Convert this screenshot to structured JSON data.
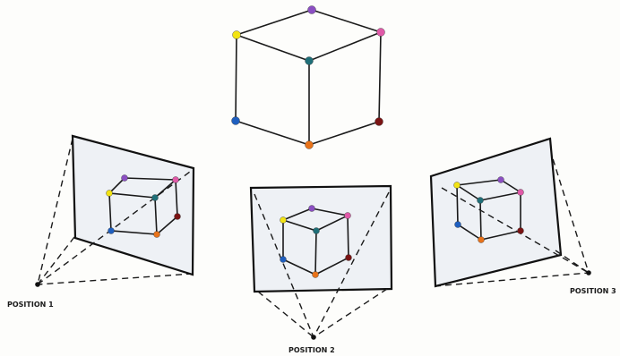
{
  "labels": {
    "position_1": "POSITION 1",
    "position_2": "POSITION 2",
    "position_3": "POSITION 3"
  },
  "vertex_colors": {
    "top_left": "#f2e313",
    "top_back": "#8b4fc2",
    "top_right": "#e05aa8",
    "center": "#1f6f78",
    "bottom_left": "#1f5fbf",
    "bottom_front": "#e8731a",
    "bottom_right": "#7a1414"
  },
  "panel_fill": "#eef1f5",
  "ink_color": "#1a1a1a"
}
